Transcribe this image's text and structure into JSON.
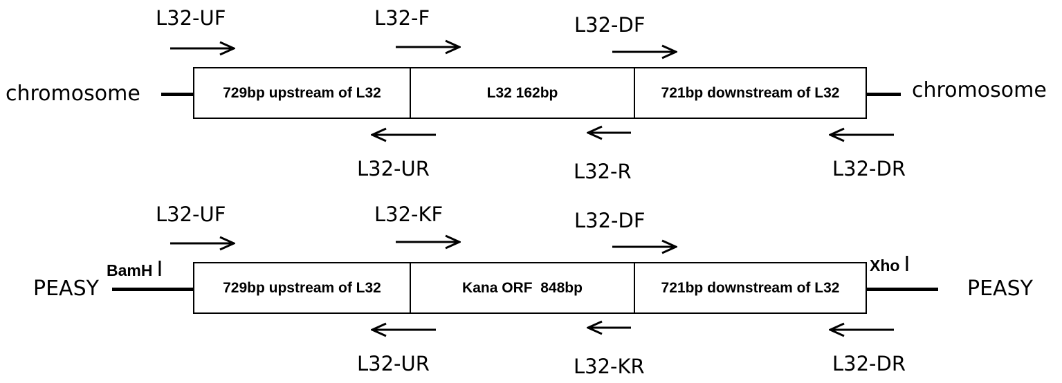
{
  "constructs": [
    {
      "left_flank": "chromosome",
      "right_flank": "chromosome",
      "left_site": null,
      "right_site": null,
      "segments": [
        "729bp upstream of L32",
        "L32 162bp",
        "721bp downstream of L32"
      ],
      "forward_primers": [
        "L32-UF",
        "L32-F",
        "L32-DF"
      ],
      "reverse_primers": [
        "L32-UR",
        "L32-R",
        "L32-DR"
      ]
    },
    {
      "left_flank": "PEASY",
      "right_flank": "PEASY",
      "left_site": {
        "name": "BamH",
        "numeral": "Ⅰ"
      },
      "right_site": {
        "name": "Xho",
        "numeral": "Ⅰ"
      },
      "segments": [
        "729bp upstream of L32",
        "Kana ORF  848bp",
        "721bp downstream of L32"
      ],
      "forward_primers": [
        "L32-UF",
        "L32-KF",
        "L32-DF"
      ],
      "reverse_primers": [
        "L32-UR",
        "L32-KR",
        "L32-DR"
      ]
    }
  ],
  "icons": {
    "forward_arrow": "right-arrow-icon",
    "reverse_arrow": "left-arrow-icon"
  }
}
